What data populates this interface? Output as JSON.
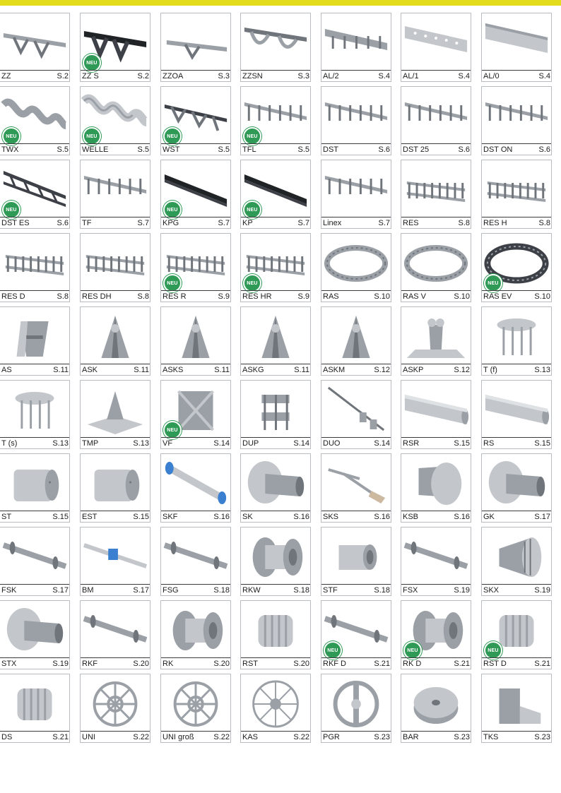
{
  "catalog": {
    "badge_text": "NEU",
    "brand_color": "#e2dc1d",
    "badge_color": "#2f9a55",
    "rows": [
      [
        {
          "code": "ZZ",
          "page": "S.2",
          "neu": false,
          "icon": "zigzag-rail"
        },
        {
          "code": "ZZ S",
          "page": "S.2",
          "neu": true,
          "icon": "zigzag-rail-dark"
        },
        {
          "code": "ZZOA",
          "page": "S.3",
          "neu": false,
          "icon": "zigzag-rail-open"
        },
        {
          "code": "ZZSN",
          "page": "S.3",
          "neu": false,
          "icon": "arched-rail"
        },
        {
          "code": "AL/2",
          "page": "S.4",
          "neu": false,
          "icon": "notched-rail"
        },
        {
          "code": "AL/1",
          "page": "S.4",
          "neu": false,
          "icon": "perforated-profile"
        },
        {
          "code": "AL/0",
          "page": "S.4",
          "neu": false,
          "icon": "plain-profile"
        }
      ],
      [
        {
          "code": "TWX",
          "page": "S.5",
          "neu": true,
          "icon": "twisted-rail"
        },
        {
          "code": "WELLE",
          "page": "S.5",
          "neu": true,
          "icon": "wave-rail"
        },
        {
          "code": "WST",
          "page": "S.5",
          "neu": true,
          "icon": "wave-rail-dark"
        },
        {
          "code": "TFL",
          "page": "S.5",
          "neu": true,
          "icon": "legged-rail"
        },
        {
          "code": "DST",
          "page": "S.6",
          "neu": false,
          "icon": "legged-rail"
        },
        {
          "code": "DST 25",
          "page": "S.6",
          "neu": false,
          "icon": "legged-rail"
        },
        {
          "code": "DST ON",
          "page": "S.6",
          "neu": false,
          "icon": "legged-rail"
        }
      ],
      [
        {
          "code": "DST ES",
          "page": "S.6",
          "neu": true,
          "icon": "truss-rail-dark"
        },
        {
          "code": "TF",
          "page": "S.7",
          "neu": false,
          "icon": "legged-rail"
        },
        {
          "code": "KPG",
          "page": "S.7",
          "neu": true,
          "icon": "black-strip"
        },
        {
          "code": "KP",
          "page": "S.7",
          "neu": true,
          "icon": "black-strip"
        },
        {
          "code": "Linex",
          "page": "S.7",
          "neu": false,
          "icon": "legged-rail"
        },
        {
          "code": "RES",
          "page": "S.8",
          "neu": false,
          "icon": "ladder-grid"
        },
        {
          "code": "RES H",
          "page": "S.8",
          "neu": false,
          "icon": "ladder-grid"
        }
      ],
      [
        {
          "code": "RES D",
          "page": "S.8",
          "neu": false,
          "icon": "ladder-grid"
        },
        {
          "code": "RES DH",
          "page": "S.8",
          "neu": false,
          "icon": "ladder-grid"
        },
        {
          "code": "RES R",
          "page": "S.9",
          "neu": true,
          "icon": "ladder-grid"
        },
        {
          "code": "RES HR",
          "page": "S.9",
          "neu": true,
          "icon": "ladder-grid"
        },
        {
          "code": "RAS",
          "page": "S.10",
          "neu": false,
          "icon": "circular-ring"
        },
        {
          "code": "RAS V",
          "page": "S.10",
          "neu": false,
          "icon": "circular-ring"
        },
        {
          "code": "RAS EV",
          "page": "S.10",
          "neu": true,
          "icon": "circular-ring-dark"
        }
      ],
      [
        {
          "code": "AS",
          "page": "S.11",
          "neu": false,
          "icon": "chair-spacer"
        },
        {
          "code": "ASK",
          "page": "S.11",
          "neu": false,
          "icon": "cone-spacer"
        },
        {
          "code": "ASKS",
          "page": "S.11",
          "neu": false,
          "icon": "cone-spacer"
        },
        {
          "code": "ASKG",
          "page": "S.11",
          "neu": false,
          "icon": "cone-spacer"
        },
        {
          "code": "ASKM",
          "page": "S.12",
          "neu": false,
          "icon": "cone-spacer"
        },
        {
          "code": "ASKP",
          "page": "S.12",
          "neu": false,
          "icon": "plate-spacer"
        },
        {
          "code": "T (f)",
          "page": "S.13",
          "neu": false,
          "icon": "table-spacer"
        }
      ],
      [
        {
          "code": "T (s)",
          "page": "S.13",
          "neu": false,
          "icon": "table-spacer"
        },
        {
          "code": "TMP",
          "page": "S.13",
          "neu": false,
          "icon": "star-base-spacer"
        },
        {
          "code": "VF",
          "page": "S.14",
          "neu": true,
          "icon": "box-spacer"
        },
        {
          "code": "DUP",
          "page": "S.14",
          "neu": false,
          "icon": "double-spacer"
        },
        {
          "code": "DUO",
          "page": "S.14",
          "neu": false,
          "icon": "rod-spacer"
        },
        {
          "code": "RSR",
          "page": "S.15",
          "neu": false,
          "icon": "tube"
        },
        {
          "code": "RS",
          "page": "S.15",
          "neu": false,
          "icon": "tube"
        }
      ],
      [
        {
          "code": "ST",
          "page": "S.15",
          "neu": false,
          "icon": "plug-cylinder"
        },
        {
          "code": "EST",
          "page": "S.15",
          "neu": false,
          "icon": "plug-cylinder"
        },
        {
          "code": "SKF",
          "page": "S.16",
          "neu": false,
          "icon": "blue-end-rod"
        },
        {
          "code": "SK",
          "page": "S.16",
          "neu": false,
          "icon": "cone-cap"
        },
        {
          "code": "SKS",
          "page": "S.16",
          "neu": false,
          "icon": "t-handle-tool"
        },
        {
          "code": "KSB",
          "page": "S.16",
          "neu": false,
          "icon": "flange-cap"
        },
        {
          "code": "GK",
          "page": "S.17",
          "neu": false,
          "icon": "cone-cap"
        }
      ],
      [
        {
          "code": "FSK",
          "page": "S.17",
          "neu": false,
          "icon": "spacer-rod"
        },
        {
          "code": "BM",
          "page": "S.17",
          "neu": false,
          "icon": "blue-clip-rod"
        },
        {
          "code": "FSG",
          "page": "S.18",
          "neu": false,
          "icon": "spacer-rod"
        },
        {
          "code": "RKW",
          "page": "S.18",
          "neu": false,
          "icon": "spool-cone"
        },
        {
          "code": "STF",
          "page": "S.18",
          "neu": false,
          "icon": "sleeve"
        },
        {
          "code": "FSX",
          "page": "S.19",
          "neu": false,
          "icon": "spacer-rod"
        },
        {
          "code": "SKX",
          "page": "S.19",
          "neu": false,
          "icon": "ribbed-cone"
        }
      ],
      [
        {
          "code": "STX",
          "page": "S.19",
          "neu": false,
          "icon": "cone-cap"
        },
        {
          "code": "RKF",
          "page": "S.20",
          "neu": false,
          "icon": "spacer-rod"
        },
        {
          "code": "RK",
          "page": "S.20",
          "neu": false,
          "icon": "spool-cone"
        },
        {
          "code": "RST",
          "page": "S.20",
          "neu": false,
          "icon": "ribbed-plug"
        },
        {
          "code": "RKF D",
          "page": "S.21",
          "neu": true,
          "icon": "spacer-rod"
        },
        {
          "code": "RK D",
          "page": "S.21",
          "neu": true,
          "icon": "spool-cone"
        },
        {
          "code": "RST D",
          "page": "S.21",
          "neu": true,
          "icon": "ribbed-plug"
        }
      ],
      [
        {
          "code": "DS",
          "page": "S.21",
          "neu": false,
          "icon": "ribbed-plug"
        },
        {
          "code": "UNI",
          "page": "S.22",
          "neu": false,
          "icon": "wheel-flower"
        },
        {
          "code": "UNI groß",
          "page": "S.22",
          "neu": false,
          "icon": "wheel-flower"
        },
        {
          "code": "KAS",
          "page": "S.22",
          "neu": false,
          "icon": "spoke-wheel"
        },
        {
          "code": "PGR",
          "page": "S.23",
          "neu": false,
          "icon": "ring-wheel"
        },
        {
          "code": "BAR",
          "page": "S.23",
          "neu": false,
          "icon": "round-disc"
        },
        {
          "code": "TKS",
          "page": "S.23",
          "neu": false,
          "icon": "corner-spacer"
        }
      ]
    ]
  }
}
